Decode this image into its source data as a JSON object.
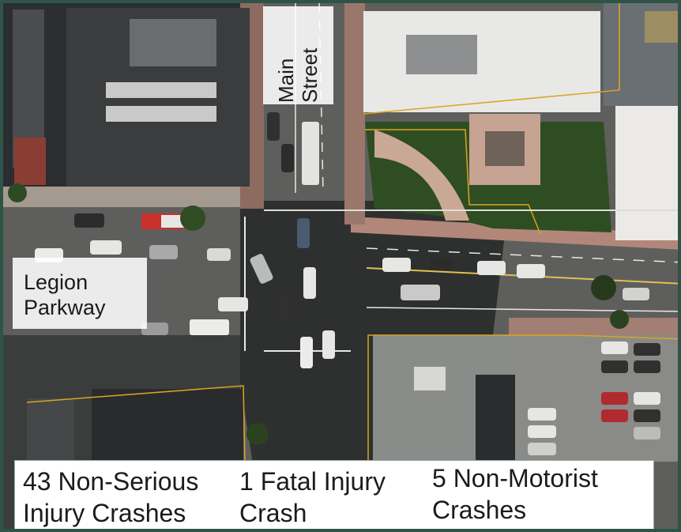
{
  "labels": {
    "main_street": {
      "line1": "Main",
      "line2": "Street"
    },
    "legion_parkway": {
      "line1": "Legion",
      "line2": "Parkway"
    }
  },
  "stats": [
    {
      "line1": "43 Non-Serious",
      "line2": "Injury Crashes"
    },
    {
      "line1": "1 Fatal Injury",
      "line2": "Crash"
    },
    {
      "line1": "5 Non-Motorist",
      "line2": "Crashes"
    }
  ],
  "colors": {
    "frame": "#2d5447",
    "road": "#5e5f5c",
    "shadow": "#2e302f",
    "roof_dark": "#3a3c3e",
    "roof_light": "#e8e8e6",
    "lawn": "#2f4d22",
    "parcel_line": "#d9a520"
  }
}
